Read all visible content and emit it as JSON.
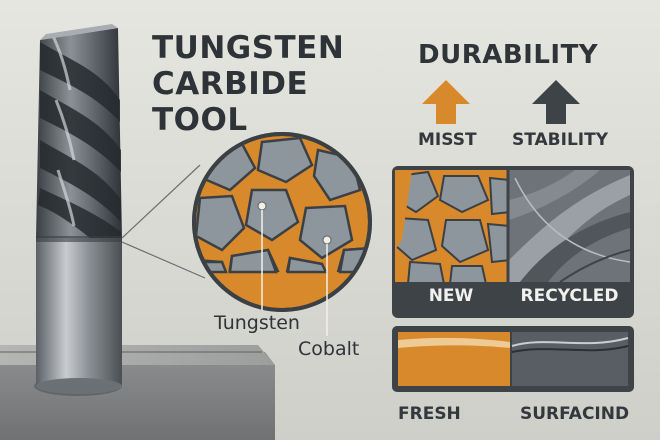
{
  "title": {
    "line1": "TUNGSTEN",
    "line2": "CARBIDE",
    "line3": "TOOL"
  },
  "callouts": {
    "tungsten": "Tungsten",
    "cobalt": "Cobalt"
  },
  "durability": {
    "heading": "DURABILITY",
    "left_arrow_label": "MISST",
    "right_arrow_label": "STABILITY"
  },
  "comparison": {
    "new_label": "NEW",
    "recycled_label": "RECYCLED"
  },
  "surface": {
    "fresh_label": "FRESH",
    "surfacing_label": "SURFACIND"
  },
  "colors": {
    "background": "#dcdcd6",
    "accent_orange": "#d8892b",
    "steel_dark": "#3e4348",
    "grain_gray": "#8e969d",
    "text_dark": "#2f3439"
  },
  "icons": [
    "up-arrow-icon",
    "up-arrow-icon"
  ]
}
